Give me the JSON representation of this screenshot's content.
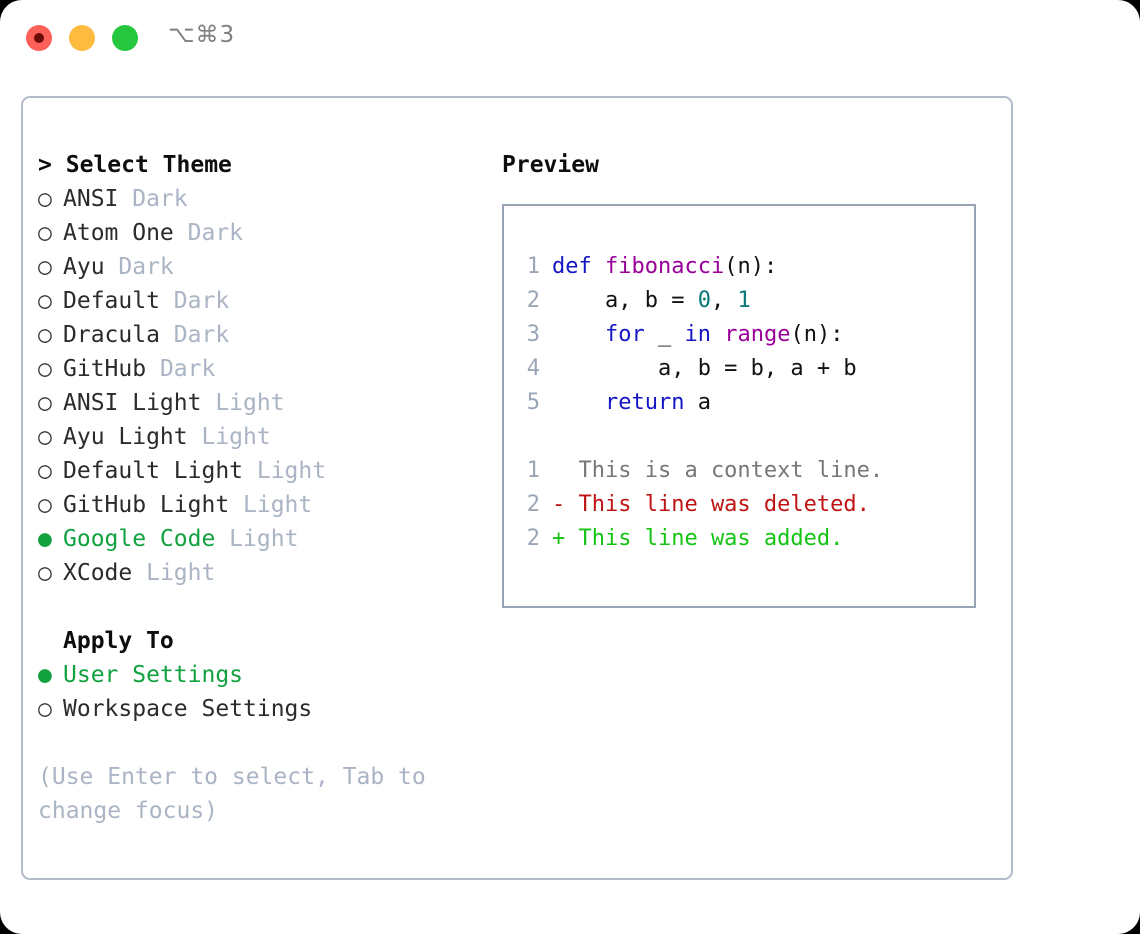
{
  "titlebar": {
    "buttons": [
      {
        "name": "close",
        "color": "#fc6058"
      },
      {
        "name": "minimize",
        "color": "#fdbc40"
      },
      {
        "name": "maximize",
        "color": "#25c73f"
      }
    ],
    "shortcut": "⌥⌘3"
  },
  "theme_picker": {
    "header_caret": ">",
    "header": "Select Theme",
    "bullet_off": "○",
    "bullet_on": "●",
    "options": [
      {
        "label": "ANSI",
        "kind": "Dark",
        "selected": false
      },
      {
        "label": "Atom One",
        "kind": "Dark",
        "selected": false
      },
      {
        "label": "Ayu",
        "kind": "Dark",
        "selected": false
      },
      {
        "label": "Default",
        "kind": "Dark",
        "selected": false
      },
      {
        "label": "Dracula",
        "kind": "Dark",
        "selected": false
      },
      {
        "label": "GitHub",
        "kind": "Dark",
        "selected": false
      },
      {
        "label": "ANSI Light",
        "kind": "Light",
        "selected": false
      },
      {
        "label": "Ayu Light",
        "kind": "Light",
        "selected": false
      },
      {
        "label": "Default Light",
        "kind": "Light",
        "selected": false
      },
      {
        "label": "GitHub Light",
        "kind": "Light",
        "selected": false
      },
      {
        "label": "Google Code",
        "kind": "Light",
        "selected": true
      },
      {
        "label": "XCode",
        "kind": "Light",
        "selected": false
      }
    ]
  },
  "apply_to": {
    "header": "Apply To",
    "options": [
      {
        "label": "User Settings",
        "selected": true
      },
      {
        "label": "Workspace Settings",
        "selected": false
      }
    ]
  },
  "hint": "(Use Enter to select, Tab to change focus)",
  "preview": {
    "title": "Preview",
    "code_lines": [
      {
        "no": "1",
        "tokens": [
          {
            "t": "def",
            "c": "kw"
          },
          {
            "t": " ",
            "c": "plain"
          },
          {
            "t": "fibonacci",
            "c": "fn"
          },
          {
            "t": "(n):",
            "c": "plain"
          }
        ]
      },
      {
        "no": "2",
        "tokens": [
          {
            "t": "    a, b = ",
            "c": "plain"
          },
          {
            "t": "0",
            "c": "num"
          },
          {
            "t": ", ",
            "c": "plain"
          },
          {
            "t": "1",
            "c": "num"
          }
        ]
      },
      {
        "no": "3",
        "tokens": [
          {
            "t": "    ",
            "c": "plain"
          },
          {
            "t": "for",
            "c": "kw"
          },
          {
            "t": " _ ",
            "c": "plain"
          },
          {
            "t": "in",
            "c": "kw"
          },
          {
            "t": " ",
            "c": "plain"
          },
          {
            "t": "range",
            "c": "fn"
          },
          {
            "t": "(n):",
            "c": "plain"
          }
        ]
      },
      {
        "no": "4",
        "tokens": [
          {
            "t": "        a, b = b, a + b",
            "c": "plain"
          }
        ]
      },
      {
        "no": "5",
        "tokens": [
          {
            "t": "    ",
            "c": "plain"
          },
          {
            "t": "return",
            "c": "kw"
          },
          {
            "t": " a",
            "c": "plain"
          }
        ]
      }
    ],
    "diff_lines": [
      {
        "no": "1",
        "marker": "  ",
        "text": "This is a context line.",
        "kind": "diff-ctx"
      },
      {
        "no": "2",
        "marker": "- ",
        "text": "This line was deleted.",
        "kind": "diff-del"
      },
      {
        "no": "2",
        "marker": "+ ",
        "text": "This line was added.",
        "kind": "diff-add"
      }
    ]
  },
  "colors": {
    "accent_green": "#12a13f",
    "muted": "#aab4c4",
    "border": "#b3bccb",
    "keyword": "#1616c4",
    "function": "#990099",
    "number": "#077777",
    "diff_add": "#13c413",
    "diff_del": "#c01414"
  }
}
